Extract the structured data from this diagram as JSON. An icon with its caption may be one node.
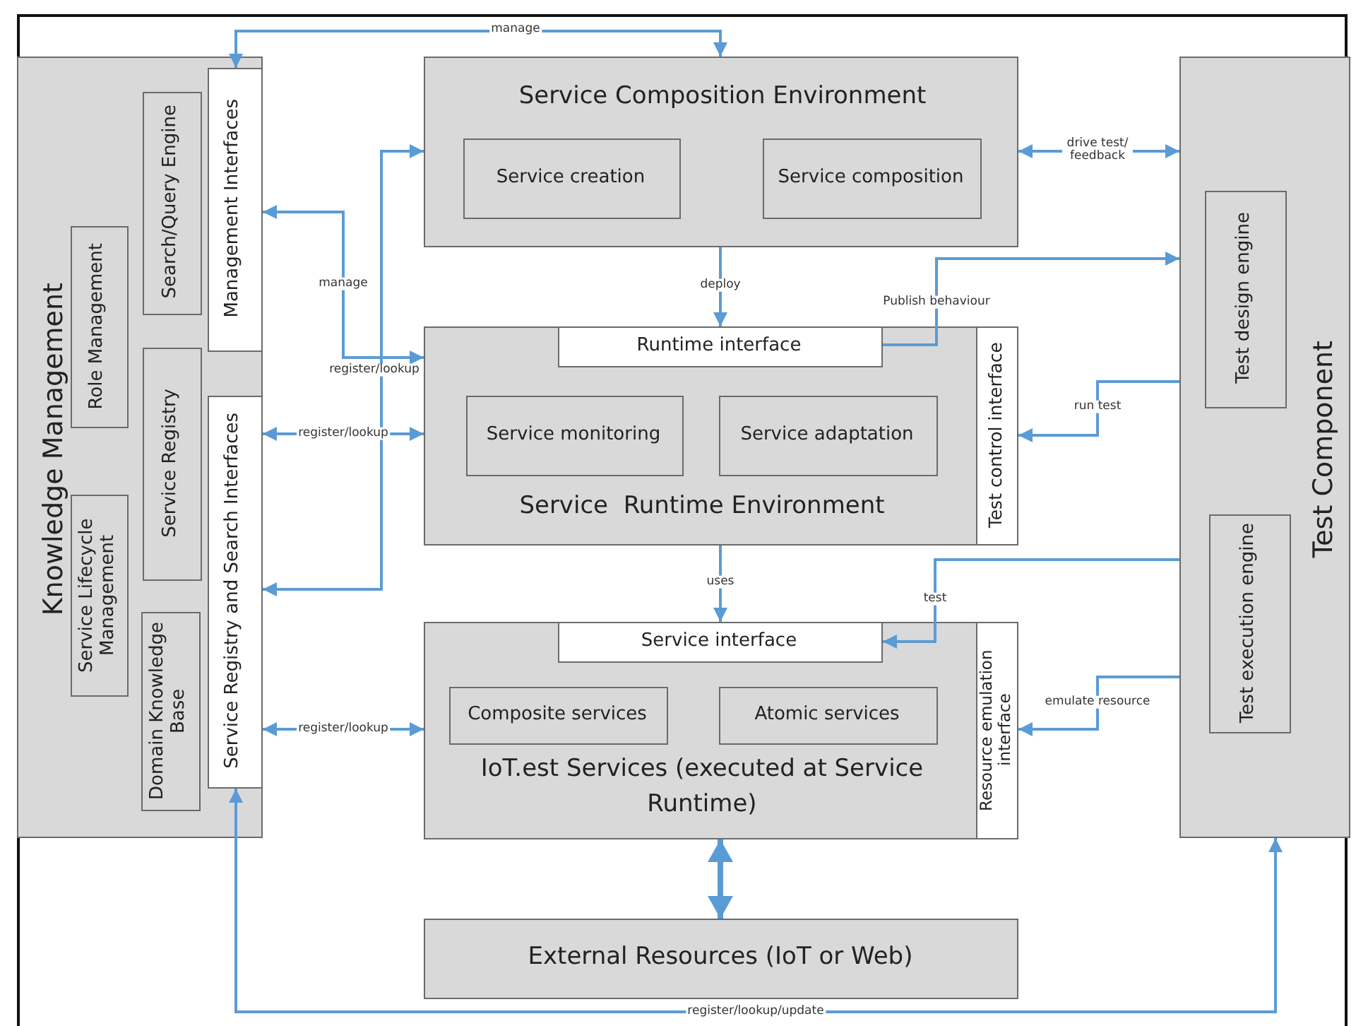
{
  "diagram": {
    "nodes": [
      {
        "text": [
          "Knowledge Management"
        ]
      },
      {
        "text": [
          "Management Interfaces"
        ],
        "in": 0
      },
      {
        "text": [
          "Search/Query Engine"
        ],
        "in": 0
      },
      {
        "text": [
          "Role Management"
        ],
        "in": 0
      },
      {
        "text": [
          "Service Registry"
        ],
        "in": 0
      },
      {
        "text": [
          "Service Registry and Search Interfaces"
        ],
        "in": 0
      },
      {
        "text": [
          "Service Lifecycle Management"
        ],
        "in": 0
      },
      {
        "text": [
          "Domain Knowledge Base"
        ],
        "in": 0
      },
      {
        "text": [
          "Service Composition Environment"
        ]
      },
      {
        "text": [
          "Service creation"
        ],
        "in": 8
      },
      {
        "text": [
          "Service composition"
        ],
        "in": 8
      },
      {
        "text": [
          "Service  Runtime Environment"
        ]
      },
      {
        "text": [
          "Runtime interface"
        ],
        "in": 11
      },
      {
        "text": [
          "Service monitoring"
        ],
        "in": 11
      },
      {
        "text": [
          "Service adaptation"
        ],
        "in": 11
      },
      {
        "text": [
          "Test control interface"
        ]
      },
      {
        "text": [
          "IoT.est Services (executed at Service Runtime)"
        ]
      },
      {
        "text": [
          "Service interface"
        ],
        "in": 16
      },
      {
        "text": [
          "Composite services"
        ],
        "in": 16
      },
      {
        "text": [
          "Atomic services"
        ],
        "in": 16
      },
      {
        "text": [
          "Resource emulation interface"
        ]
      },
      {
        "text": [
          "External Resources (IoT or Web)"
        ]
      },
      {
        "text": [
          "Test Component"
        ]
      },
      {
        "text": [
          "Test design engine"
        ],
        "in": 22
      },
      {
        "text": [
          "Test execution engine"
        ],
        "in": 22
      }
    ],
    "edges": [
      {
        "from": 1,
        "to": 8,
        "arrow": "both",
        "label": "manage"
      },
      {
        "from": 1,
        "to": 11,
        "arrow": "both",
        "label": "manage"
      },
      {
        "from": 5,
        "to": 8,
        "arrow": "both",
        "label": "register/lookup"
      },
      {
        "from": 5,
        "to": 11,
        "arrow": "both",
        "label": "register/lookup"
      },
      {
        "from": 5,
        "to": 16,
        "arrow": "both",
        "label": "register/lookup"
      },
      {
        "from": 8,
        "to": 12,
        "arrow": "to",
        "label": "deploy"
      },
      {
        "from": 11,
        "to": 17,
        "arrow": "to",
        "label": "uses"
      },
      {
        "from": 12,
        "to": 22,
        "arrow": "to",
        "label": "Publish behaviour"
      },
      {
        "from": 8,
        "to": 22,
        "arrow": "both",
        "label": "drive test/ feedback"
      },
      {
        "from": 22,
        "to": 15,
        "arrow": "to",
        "label": "run test"
      },
      {
        "from": 22,
        "to": 17,
        "arrow": "to",
        "label": "test"
      },
      {
        "from": 22,
        "to": 20,
        "arrow": "to",
        "label": "emulate resource"
      },
      {
        "from": 16,
        "to": 21,
        "arrow": "both",
        "style": "thick"
      },
      {
        "from": 5,
        "to": 22,
        "arrow": "both",
        "label": "register/lookup/update"
      }
    ]
  }
}
